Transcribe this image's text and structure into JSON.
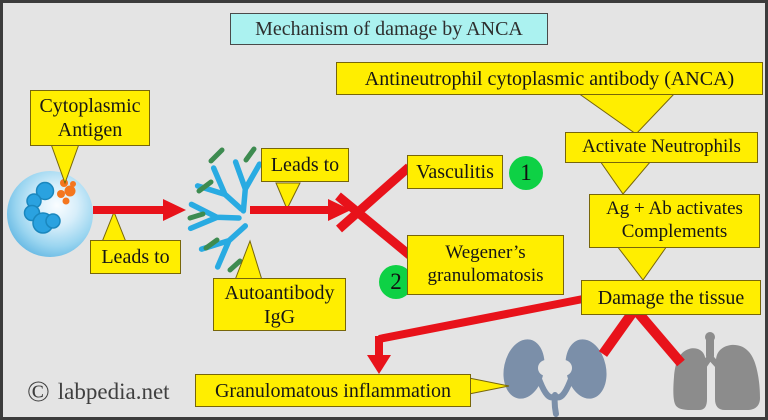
{
  "title": {
    "text": "Mechanism of damage by ANCA"
  },
  "boxes": {
    "anca": {
      "label": "Antineutrophil cytoplasmic antibody (ANCA)"
    },
    "activate": {
      "label": "Activate Neutrophils"
    },
    "agab": {
      "label": "Ag + Ab activates\nComplements"
    },
    "damage": {
      "label": "Damage the tissue"
    },
    "antigen": {
      "label": "Cytoplasmic\nAntigen"
    },
    "leads1": {
      "label": "Leads to"
    },
    "leads2": {
      "label": "Leads to"
    },
    "autoantibody": {
      "label": "Autoantibody\nIgG"
    },
    "vasculitis": {
      "label": "Vasculitis"
    },
    "wegeners": {
      "label": "Wegener’s\ngranulomatosis"
    },
    "granulomatous": {
      "label": "Granulomatous inflammation"
    }
  },
  "badges": {
    "one": "1",
    "two": "2"
  },
  "watermark": {
    "symbol": "©",
    "text": "labpedia.net"
  },
  "icons": {
    "neutrophil-cell-icon": "blue cell with lobed nucleus and orange cytoplasmic antigen",
    "igg-antibody-cluster-icon": "cyan Y-shaped IgG antibodies with green antigen-binding tips",
    "kidneys-icon": "blue-gray kidneys",
    "lungs-icon": "gray lungs",
    "copyright-icon": "©"
  },
  "colors": {
    "background": "#e4e4e4",
    "frame": "#3c3c3c",
    "box_yellow": "#ffee00",
    "box_border": "#77660a",
    "title_cyan": "#abf2f0",
    "arrow_red": "#e8121a",
    "badge_green": "#0ed145",
    "antibody_blue": "#29abe2",
    "antibody_tip_green": "#3d8b50",
    "cell_blue": "#5cb3e1",
    "nucleus_blue": "#2aa2e0",
    "antigen_orange": "#f4761e",
    "kidney_slate": "#7b8fa9",
    "lung_gray": "#8c8c8c"
  }
}
